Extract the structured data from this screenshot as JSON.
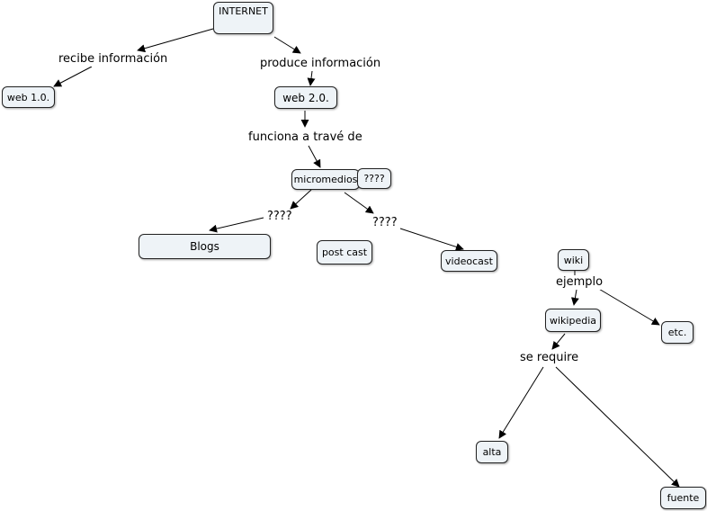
{
  "nodes": {
    "internet": "INTERNET",
    "web10": "web 1.0.",
    "web20": "web 2.0.",
    "micromedios": "micromedios",
    "unknown_note": "????",
    "blogs": "Blogs",
    "postcast": "post cast",
    "videocast": "videocast",
    "wiki": "wiki",
    "wikipedia": "wikipedia",
    "etc": "etc.",
    "alta": "alta",
    "fuente": "fuente"
  },
  "links": {
    "recibe": "recibe información",
    "produce": "produce información",
    "funciona": "funciona a travé de",
    "q_left": "????",
    "q_right": "????",
    "ejemplo": "ejemplo",
    "requiere": "se require"
  }
}
